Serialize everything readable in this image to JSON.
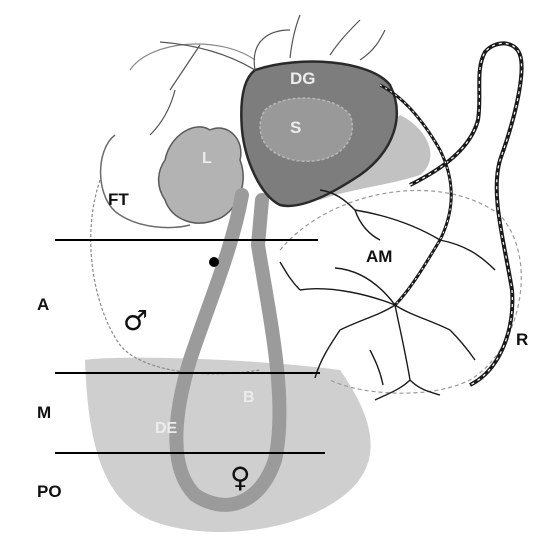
{
  "labels": {
    "dorsal_gland": "DG",
    "spermatheca": "S",
    "lobe": "L",
    "fat_tissue": "FT",
    "ampulla": "AM",
    "region_a": "A",
    "region_m": "M",
    "region_po": "PO",
    "bursa": "B",
    "duct": "DE",
    "rectum": "R"
  },
  "symbols": {
    "male": "♂",
    "female": "♀"
  },
  "colors": {
    "background": "#ffffff",
    "outline": "#555555",
    "vessel": "#1a1a1a",
    "dark_gland": "#7d7d7d",
    "mid_gland": "#9a9a9a",
    "light_region": "#c9c9c9",
    "lobe": "#b3b3b3",
    "divider": "#000000"
  }
}
